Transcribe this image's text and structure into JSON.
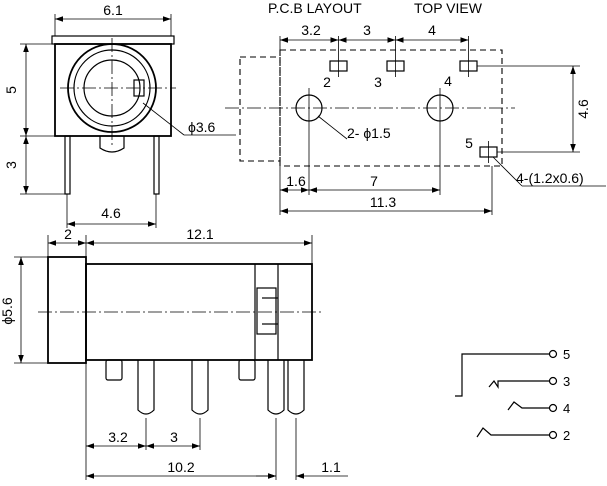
{
  "front_view": {
    "dim_width": "6.1",
    "dim_height_upper": "5",
    "dim_height_lower": "3",
    "dim_pin_spacing": "4.6",
    "dim_diameter": "ϕ3.6"
  },
  "pcb_layout": {
    "title": "P.C.B LAYOUT",
    "subtitle": "TOP VIEW",
    "dim_top_1": "3.2",
    "dim_top_2": "3",
    "dim_top_3": "4",
    "dim_right": "4.6",
    "dim_holes": "2- ϕ1.5",
    "dim_pads": "4-(1.2x0.6)",
    "dim_bottom_1": "1.6",
    "dim_bottom_2": "7",
    "dim_total": "11.3",
    "pin_labels": [
      "2",
      "3",
      "4",
      "5"
    ]
  },
  "side_view": {
    "dim_head": "2",
    "dim_body": "12.1",
    "dim_diameter": "ϕ5.6",
    "dim_pin_1": "3.2",
    "dim_pin_2": "3",
    "dim_total": "10.2",
    "dim_last": "1.1"
  },
  "schematic": {
    "pins": [
      "5",
      "3",
      "4",
      "2"
    ]
  }
}
